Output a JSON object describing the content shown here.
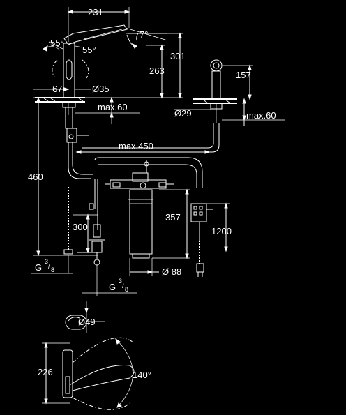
{
  "dimensions": {
    "width_top": "231",
    "angle_7": "7°",
    "angle_55a": "55°",
    "angle_55b": "55°",
    "height_301": "301",
    "height_263": "263",
    "height_157": "157",
    "offset_67": "67",
    "dia_35": "Ø35",
    "max_60_left": "max.60",
    "dia_29": "Ø29",
    "max_60_right": "max.60",
    "max_450": "max.450",
    "height_460": "460",
    "height_357": "357",
    "height_300": "300",
    "length_1200": "1200",
    "dia_88": "Ø 88",
    "thread_left": "G",
    "thread_right": "G",
    "thread_num": "3",
    "thread_den": "8",
    "dia_49": "Ø49",
    "height_226": "226",
    "angle_140": "140°"
  },
  "colors": {
    "background": "#000000",
    "line": "#ffffff"
  }
}
